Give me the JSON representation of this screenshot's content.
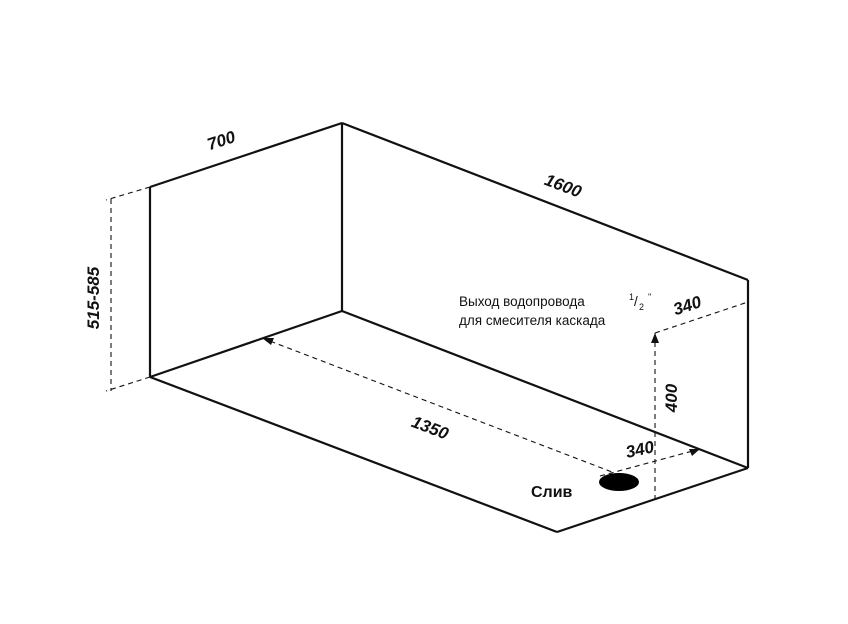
{
  "dimensions": {
    "width_top": "700",
    "length_top": "1600",
    "height_range": "515-585",
    "length_inner": "1350",
    "drain_offset": "340",
    "outlet_offset": "340",
    "outlet_height": "400"
  },
  "labels": {
    "outlet_line1": "Выход водопровода",
    "outlet_fraction_num": "1",
    "outlet_fraction_slash": "/",
    "outlet_fraction_den": "2",
    "outlet_inch_mark": "''",
    "outlet_line2": "для смесителя каскада",
    "drain": "Слив"
  }
}
